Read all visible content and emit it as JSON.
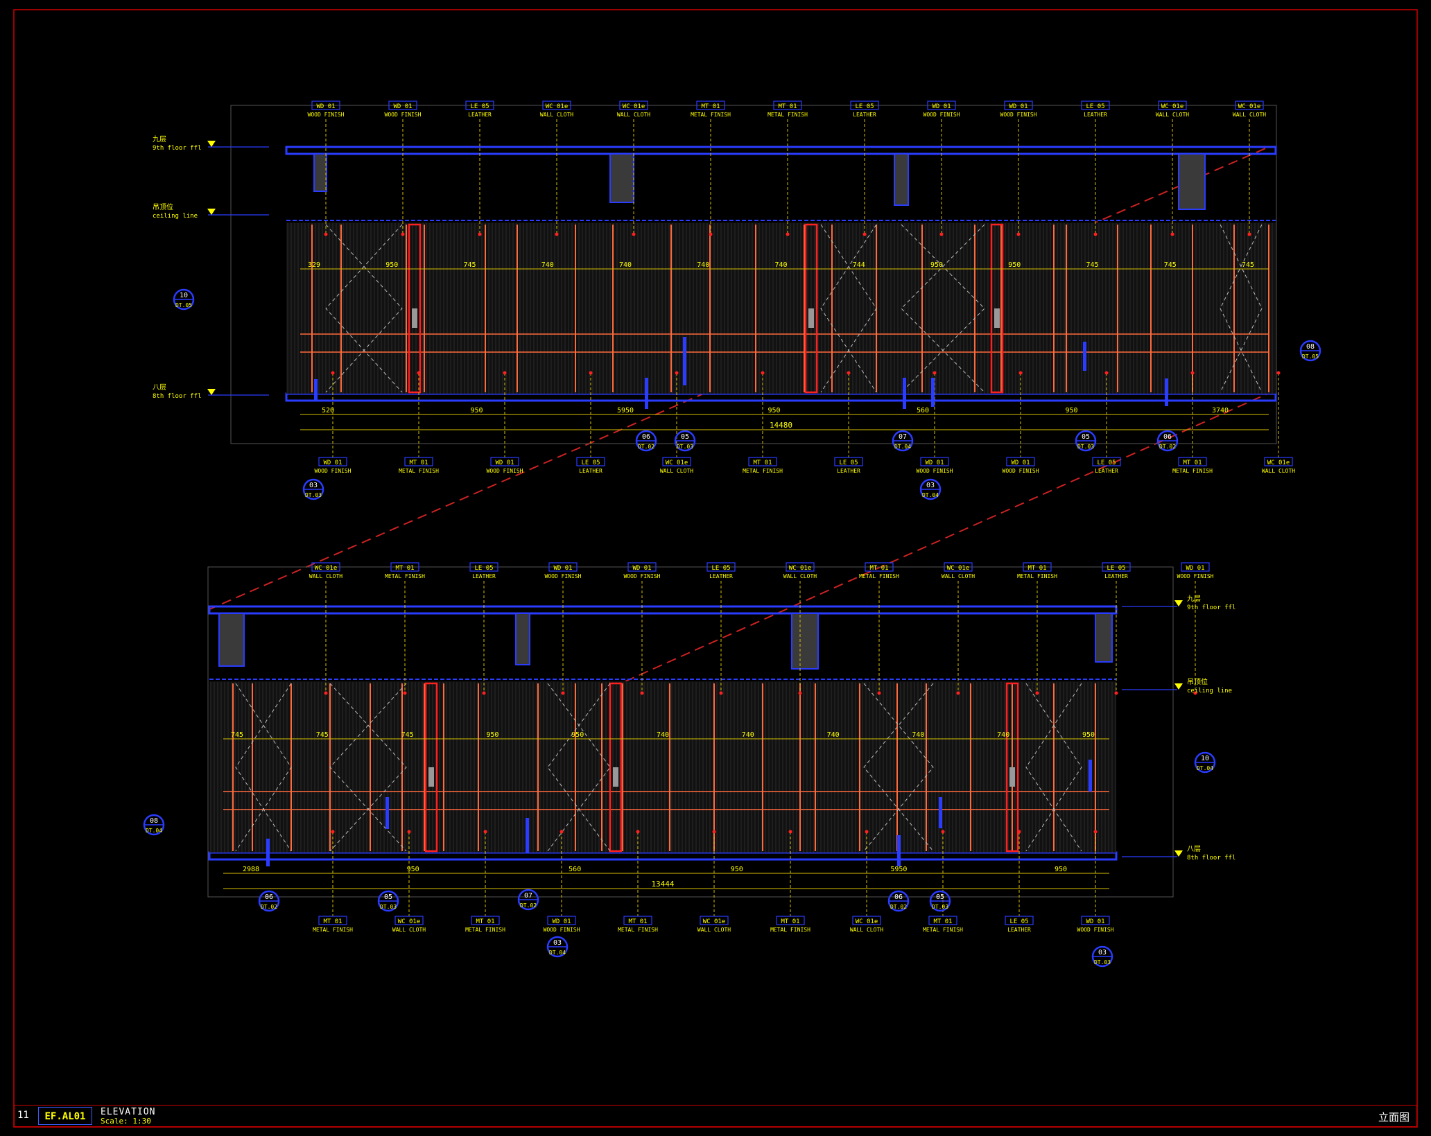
{
  "sheet": {
    "number": "11",
    "code": "EF.AL01",
    "title": "ELEVATION",
    "scale": "Scale: 1:30",
    "title_cn": "立面图"
  },
  "colors": {
    "background": "#000000",
    "frame": "#cc0000",
    "structure": "#2a3cff",
    "annotation": "#ffff00",
    "panel": "#ff6a3d",
    "leader": "#d8c000"
  },
  "top_elevation": {
    "levels": [
      {
        "cn": "九层",
        "en": "9th floor ffl"
      },
      {
        "cn": "吊顶位",
        "en": "ceiling line"
      },
      {
        "cn": "八层",
        "en": "8th floor ffl"
      }
    ],
    "tags_top": [
      "WD 01",
      "WD 01",
      "LE 05",
      "WC 01e",
      "WC 01e",
      "MT 01",
      "MT 01",
      "LE 05",
      "WD 01",
      "WD 01",
      "LE 05",
      "WC 01e",
      "WC 01e"
    ],
    "subs_top": [
      "WOOD FINISH",
      "WOOD FINISH",
      "LEATHER",
      "WALL CLOTH",
      "WALL CLOTH",
      "METAL FINISH",
      "METAL FINISH",
      "LEATHER",
      "WOOD FINISH",
      "WOOD FINISH",
      "LEATHER",
      "WALL CLOTH",
      "WALL CLOTH"
    ],
    "tags_bottom": [
      "WD 01",
      "MT 01",
      "WD 01",
      "LE 05",
      "WC 01e",
      "MT 01",
      "LE 05",
      "WD 01",
      "WD 01",
      "LE 05",
      "MT 01",
      "WC 01e"
    ],
    "subs_bottom": [
      "WOOD FINISH",
      "METAL FINISH",
      "WOOD FINISH",
      "LEATHER",
      "WALL CLOTH",
      "METAL FINISH",
      "LEATHER",
      "WOOD FINISH",
      "WOOD FINISH",
      "LEATHER",
      "METAL FINISH",
      "WALL CLOTH"
    ],
    "dims": [
      "329",
      "950",
      "745",
      "740",
      "740",
      "740",
      "740",
      "744",
      "950",
      "950",
      "745",
      "745",
      "745"
    ],
    "total": "14480",
    "bottom_dims": [
      "520",
      "950",
      "5950",
      "950",
      "560",
      "950",
      "3740"
    ],
    "callouts": [
      {
        "num": "10",
        "ref": "DT.05"
      },
      {
        "num": "08",
        "ref": "DT.05"
      },
      {
        "num": "06",
        "ref": "DT.02"
      },
      {
        "num": "05",
        "ref": "DT.03"
      },
      {
        "num": "07",
        "ref": "DT.04"
      },
      {
        "num": "03",
        "ref": "DT.03"
      },
      {
        "num": "03",
        "ref": "DT.04"
      },
      {
        "num": "05",
        "ref": "DT.03"
      },
      {
        "num": "06",
        "ref": "DT.02"
      }
    ]
  },
  "bottom_elevation": {
    "levels": [
      {
        "cn": "九层",
        "en": "9th floor ffl"
      },
      {
        "cn": "吊顶位",
        "en": "ceiling line"
      },
      {
        "cn": "八层",
        "en": "8th floor ffl"
      }
    ],
    "tags_top": [
      "WC 01e",
      "MT 01",
      "LE 05",
      "WD 01",
      "WD 01",
      "LE 05",
      "WC 01e",
      "MT 01",
      "WC 01e",
      "MT 01",
      "LE 05",
      "WD 01"
    ],
    "subs_top": [
      "WALL CLOTH",
      "METAL FINISH",
      "LEATHER",
      "WOOD FINISH",
      "WOOD FINISH",
      "LEATHER",
      "WALL CLOTH",
      "METAL FINISH",
      "WALL CLOTH",
      "METAL FINISH",
      "LEATHER",
      "WOOD FINISH"
    ],
    "tags_bottom": [
      "MT 01",
      "WC 01e",
      "MT 01",
      "WD 01",
      "MT 01",
      "WC 01e",
      "MT 01",
      "WC 01e",
      "MT 01",
      "LE 05",
      "WD 01"
    ],
    "subs_bottom": [
      "METAL FINISH",
      "WALL CLOTH",
      "METAL FINISH",
      "WOOD FINISH",
      "METAL FINISH",
      "WALL CLOTH",
      "METAL FINISH",
      "WALL CLOTH",
      "METAL FINISH",
      "LEATHER",
      "WOOD FINISH"
    ],
    "dims": [
      "745",
      "745",
      "745",
      "950",
      "950",
      "740",
      "740",
      "740",
      "740",
      "740",
      "950"
    ],
    "total": "13444",
    "bottom_dims": [
      "2988",
      "950",
      "560",
      "950",
      "5950",
      "950"
    ],
    "callouts": [
      {
        "num": "08",
        "ref": "DT.04"
      },
      {
        "num": "10",
        "ref": "DT.04"
      },
      {
        "num": "06",
        "ref": "DT.02"
      },
      {
        "num": "05",
        "ref": "DT.03"
      },
      {
        "num": "07",
        "ref": "DT.02"
      },
      {
        "num": "03",
        "ref": "DT.04"
      },
      {
        "num": "06",
        "ref": "DT.02"
      },
      {
        "num": "05",
        "ref": "DT.03"
      },
      {
        "num": "03",
        "ref": "DT.03"
      }
    ]
  }
}
